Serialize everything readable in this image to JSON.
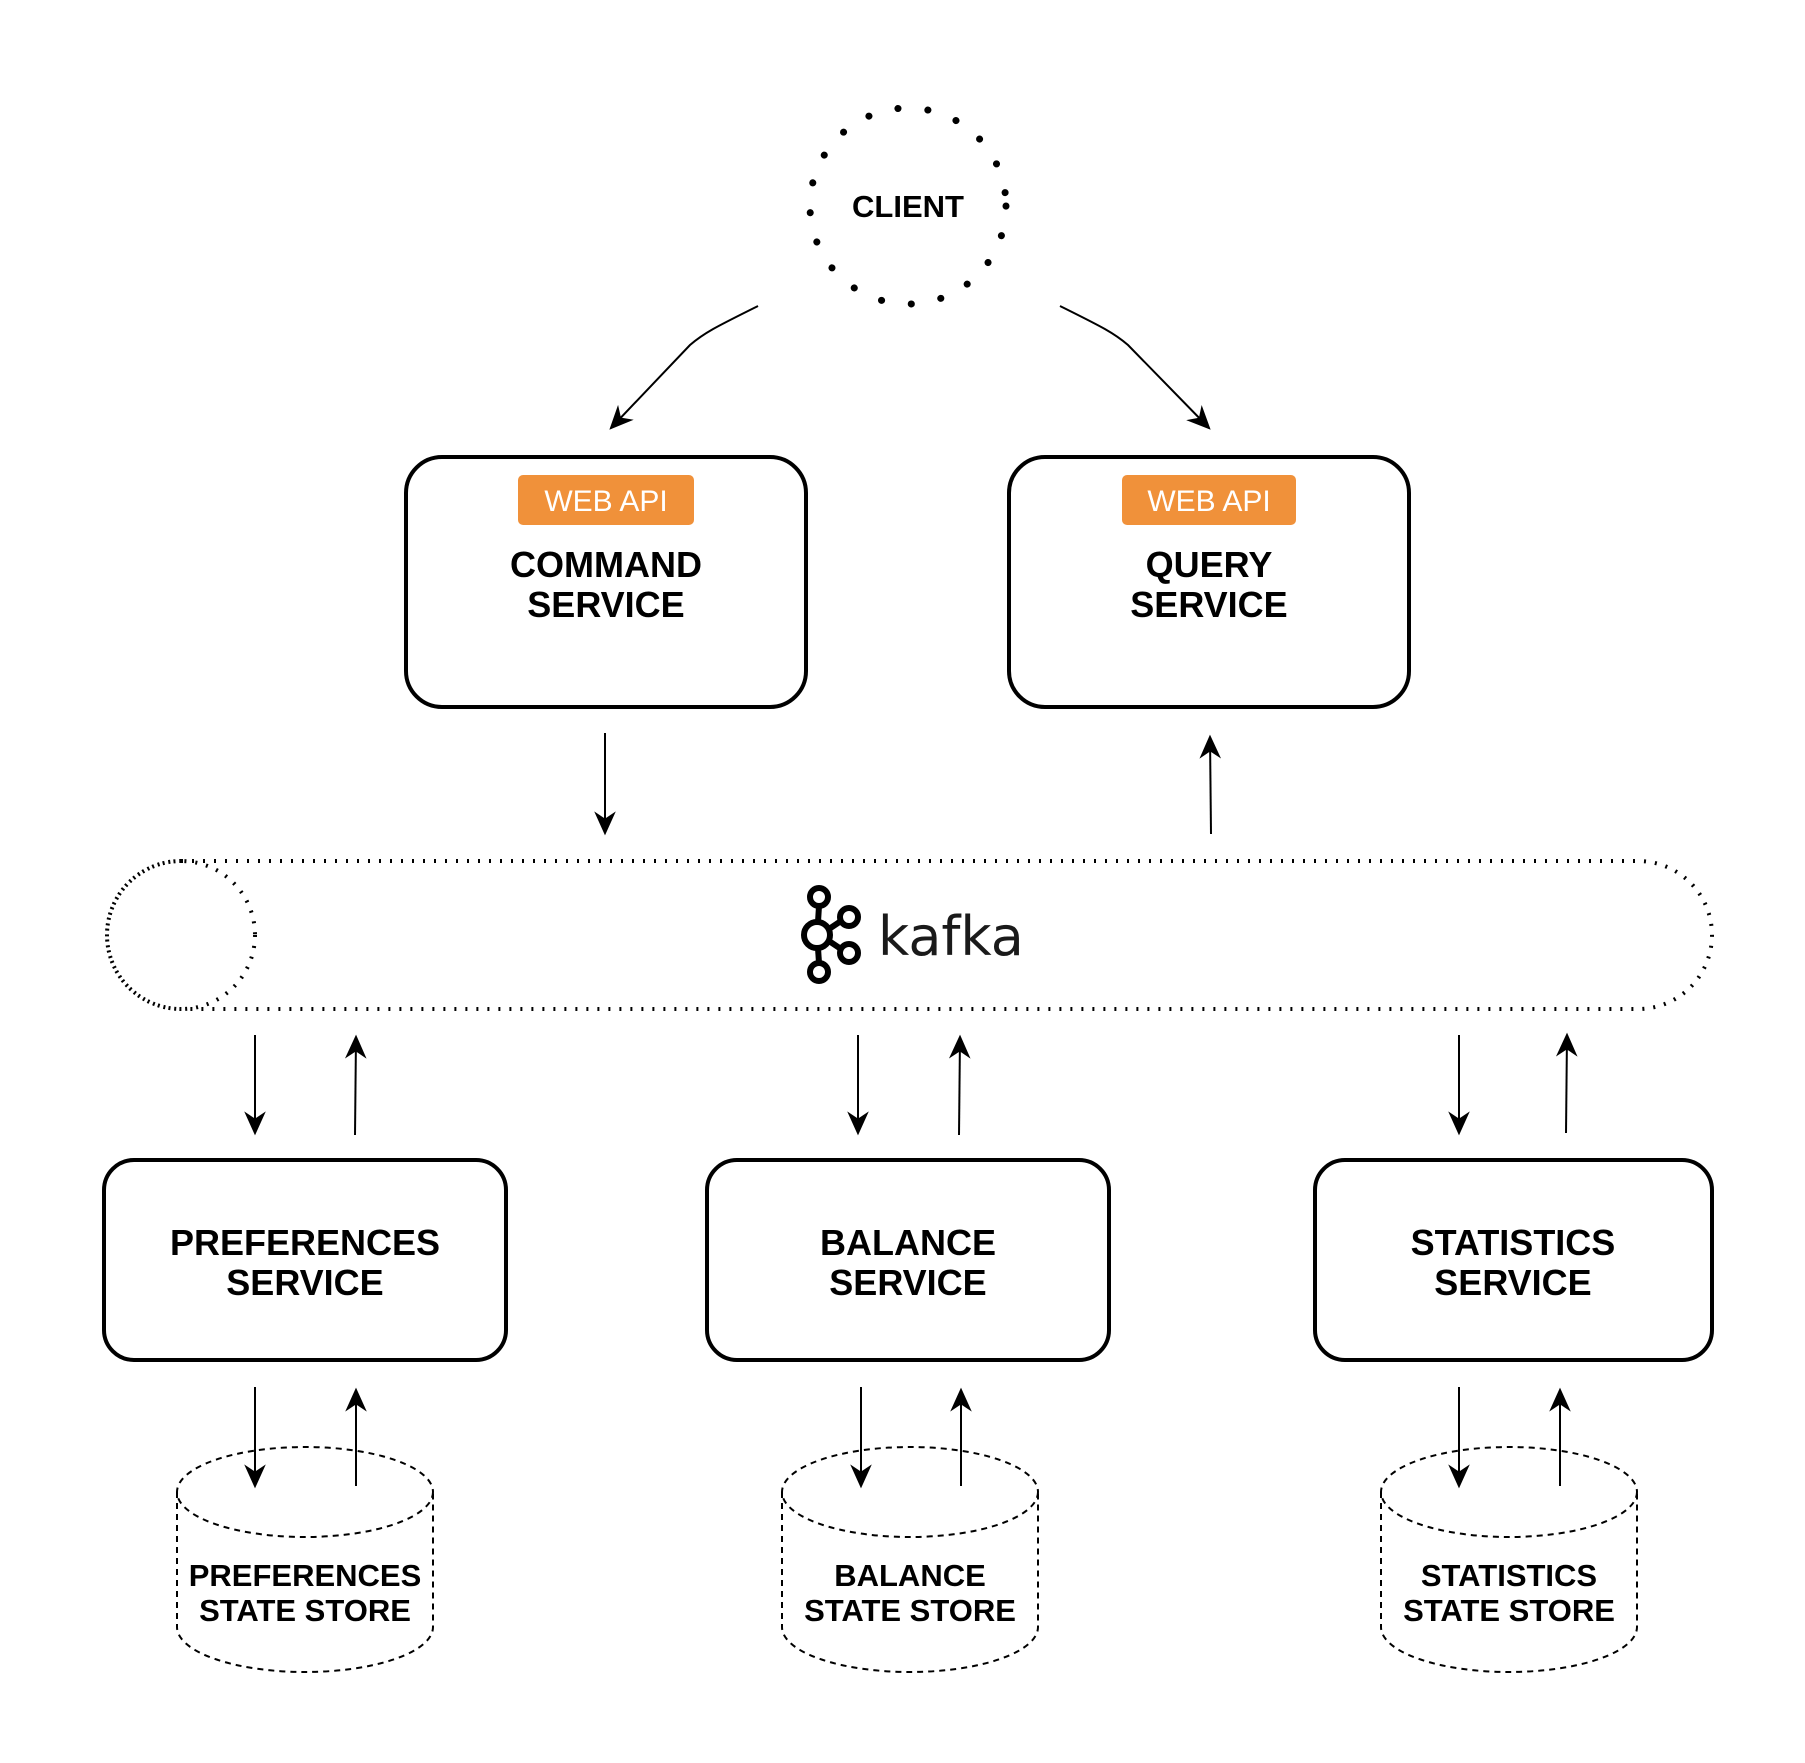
{
  "client": {
    "label": "CLIENT"
  },
  "services": {
    "command": {
      "badge": "WEB API",
      "line1": "COMMAND",
      "line2": "SERVICE"
    },
    "query": {
      "badge": "WEB API",
      "line1": "QUERY",
      "line2": "SERVICE"
    },
    "preferences": {
      "line1": "PREFERENCES",
      "line2": "SERVICE"
    },
    "balance": {
      "line1": "BALANCE",
      "line2": "SERVICE"
    },
    "statistics": {
      "line1": "STATISTICS",
      "line2": "SERVICE"
    }
  },
  "stores": {
    "preferences": {
      "line1": "PREFERENCES",
      "line2": "STATE STORE"
    },
    "balance": {
      "line1": "BALANCE",
      "line2": "STATE STORE"
    },
    "statistics": {
      "line1": "STATISTICS",
      "line2": "STATE STORE"
    }
  },
  "kafka": {
    "label": "kafka",
    "icon": "kafka-logo-icon"
  },
  "colors": {
    "badge": "#F0913A",
    "stroke": "#000000",
    "background": "#FFFFFF"
  }
}
